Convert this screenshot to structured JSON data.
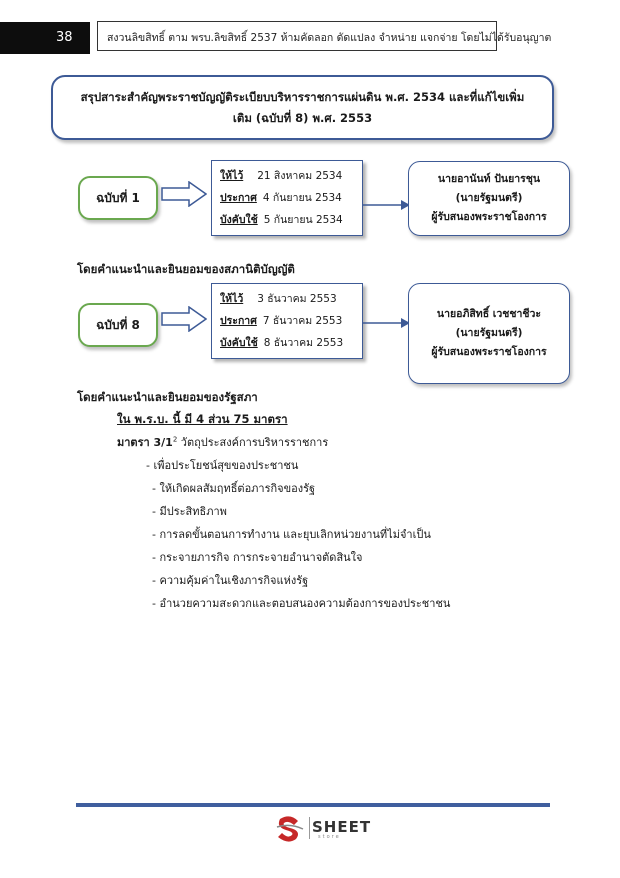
{
  "header": {
    "page_number": "38",
    "copyright_text": "สงวนลิขสิทธิ์ ตาม พรบ.ลิขสิทธิ์ 2537 ห้ามคัดลอก ดัดแปลง จำหน่าย แจกจ่าย โดยไม่ได้รับอนุญาต"
  },
  "title": "สรุปสาระสำคัญพระราชบัญญัติระเบียบบริหารราชการแผ่นดิน พ.ศ. 2534 และที่แก้ไขเพิ่มเติม (ฉบับที่ 8) พ.ศ. 2553",
  "editions": [
    {
      "label": "ฉบับที่ 1",
      "dates": [
        {
          "label": "ให้ไว้",
          "value": "21 สิงหาคม 2534"
        },
        {
          "label": "ประกาศ",
          "value": "4 กันยายน 2534"
        },
        {
          "label": "บังคับใช้",
          "value": "5 กันยายน 2534"
        }
      ],
      "signer": {
        "name": "นายอานันท์ ปันยารชุน",
        "position": "(นายรัฐมนตรี)",
        "role": "ผู้รับสนองพระราชโองการ"
      },
      "advice": "โดยคำแนะนำและยินยอมของสภานิติบัญญัติ"
    },
    {
      "label": "ฉบับที่ 8",
      "dates": [
        {
          "label": "ให้ไว้",
          "value": "3 ธันวาคม 2553"
        },
        {
          "label": "ประกาศ",
          "value": "7 ธันวาคม 2553"
        },
        {
          "label": "บังคับใช้",
          "value": "8 ธันวาคม 2553"
        }
      ],
      "signer": {
        "name": "นายอภิสิทธิ์ เวชชาชีวะ",
        "position": "(นายรัฐมนตรี)",
        "role": "ผู้รับสนองพระราชโองการ"
      },
      "advice": "โดยคำแนะนำและยินยอมของรัฐสภา"
    }
  ],
  "body": {
    "structure_line": "ใน พ.ร.บ. นี้ มี 4 ส่วน 75 มาตรา",
    "section_label": "มาตรา 3/1",
    "section_superscript": "2",
    "section_title": "วัตถุประสงค์การบริหารราชการ",
    "objectives_head": "- เพื่อประโยชน์สุขของประชาชน",
    "objectives": [
      "- ให้เกิดผลสัมฤทธิ์ต่อภารกิจของรัฐ",
      "- มีประสิทธิภาพ",
      "- การลดขั้นตอนการทำงาน และยุบเลิกหน่วยงานที่ไม่จำเป็น",
      "- กระจายภารกิจ การกระจายอำนาจตัดสินใจ",
      "- ความคุ้มค่าในเชิงภารกิจแห่งรัฐ",
      "- อำนวยความสะดวกและตอบสนองความต้องการของประชาชน"
    ]
  },
  "footer": {
    "logo_text": "SHEET",
    "logo_sub": "store",
    "logo_icon": "sheet-store-logo-icon",
    "accent_color": "#3f5e9e",
    "logo_color": "#c62828"
  }
}
